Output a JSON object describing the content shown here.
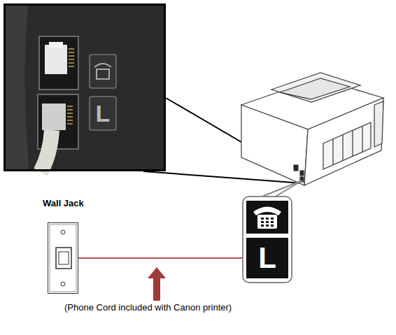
{
  "diagram": {
    "nodes": [
      {
        "text": [
          "L"
        ]
      },
      {
        "text": [
          "Wall Jack"
        ]
      },
      {
        "text": [
          "L"
        ]
      }
    ],
    "edges": [
      {
        "from": 1,
        "to": 2,
        "arrow": "none"
      }
    ],
    "labels": [
      "(Phone Cord included with Canon printer)"
    ]
  }
}
